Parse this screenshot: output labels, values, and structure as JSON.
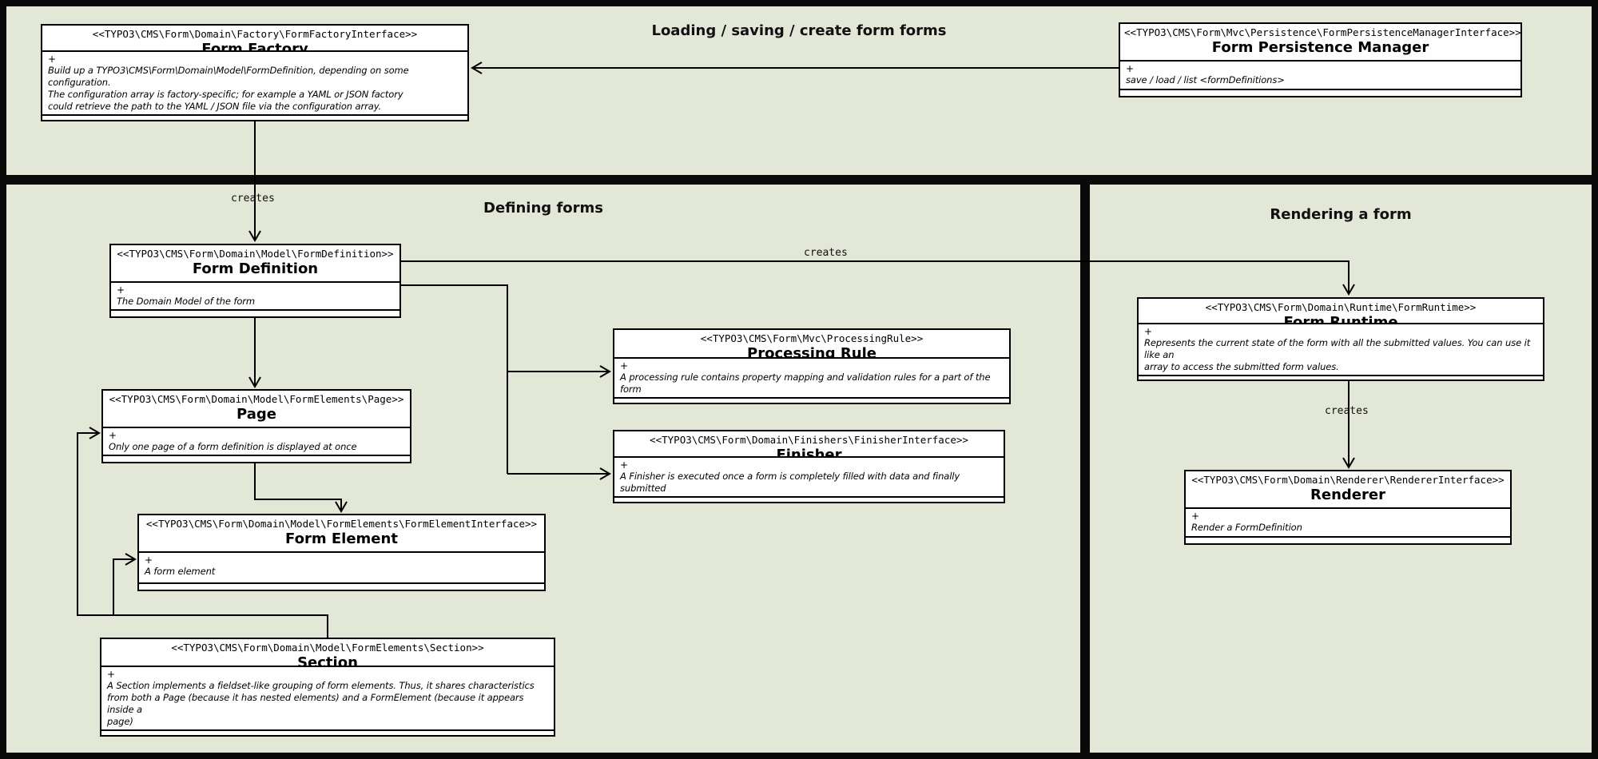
{
  "sections": {
    "top": {
      "title": "Loading / saving / create form forms"
    },
    "left": {
      "title": "Defining forms"
    },
    "right": {
      "title": "Rendering a form"
    }
  },
  "connector_labels": {
    "factory_to_definition": "creates",
    "definition_to_runtime": "creates",
    "runtime_to_renderer": "creates"
  },
  "colors": {
    "background": "#e3e7d7",
    "frame": "#000000",
    "box_background": "#fefefe"
  },
  "classes": {
    "form_factory": {
      "stereotype": "<<TYPO3\\CMS\\Form\\Domain\\Factory\\FormFactoryInterface>>",
      "name": "Form Factory",
      "visibility": "+",
      "description": "Build up a TYPO3\\CMS\\Form\\Domain\\Model\\FormDefinition, depending on some configuration.\nThe configuration array is factory-specific; for example a YAML or JSON factory\ncould retrieve the path to the YAML / JSON file via the configuration array."
    },
    "form_persistence_manager": {
      "stereotype": "<<TYPO3\\CMS\\Form\\Mvc\\Persistence\\FormPersistenceManagerInterface>>",
      "name": "Form Persistence Manager",
      "visibility": "+",
      "description": "save / load / list <formDefinitions>"
    },
    "form_definition": {
      "stereotype": "<<TYPO3\\CMS\\Form\\Domain\\Model\\FormDefinition>>",
      "name": "Form Definition",
      "visibility": "+",
      "description": "The Domain Model of the form"
    },
    "page": {
      "stereotype": "<<TYPO3\\CMS\\Form\\Domain\\Model\\FormElements\\Page>>",
      "name": "Page",
      "visibility": "+",
      "description": "Only one page of a form definition is displayed at once"
    },
    "form_element": {
      "stereotype": "<<TYPO3\\CMS\\Form\\Domain\\Model\\FormElements\\FormElementInterface>>",
      "name": "Form Element",
      "visibility": "+",
      "description": "A form element"
    },
    "section": {
      "stereotype": "<<TYPO3\\CMS\\Form\\Domain\\Model\\FormElements\\Section>>",
      "name": "Section",
      "visibility": "+",
      "description": "A Section implements a fieldset-like grouping of form elements. Thus, it shares characteristics\nfrom both a Page (because it has nested elements) and a FormElement (because it appears inside a\npage)"
    },
    "processing_rule": {
      "stereotype": "<<TYPO3\\CMS\\Form\\Mvc\\ProcessingRule>>",
      "name": "Processing Rule",
      "visibility": "+",
      "description": "A processing rule contains property mapping and validation rules for a part of the form"
    },
    "finisher": {
      "stereotype": "<<TYPO3\\CMS\\Form\\Domain\\Finishers\\FinisherInterface>>",
      "name": "Finisher",
      "visibility": "+",
      "description": "A Finisher is executed once a form is completely filled with data and finally submitted"
    },
    "form_runtime": {
      "stereotype": "<<TYPO3\\CMS\\Form\\Domain\\Runtime\\FormRuntime>>",
      "name": "Form Runtime",
      "visibility": "+",
      "description": "Represents the current state of the form with all the submitted values. You can use it like an\narray to access the submitted form values."
    },
    "renderer": {
      "stereotype": "<<TYPO3\\CMS\\Form\\Domain\\Renderer\\RendererInterface>>",
      "name": "Renderer",
      "visibility": "+",
      "description": "Render a FormDefinition"
    }
  }
}
